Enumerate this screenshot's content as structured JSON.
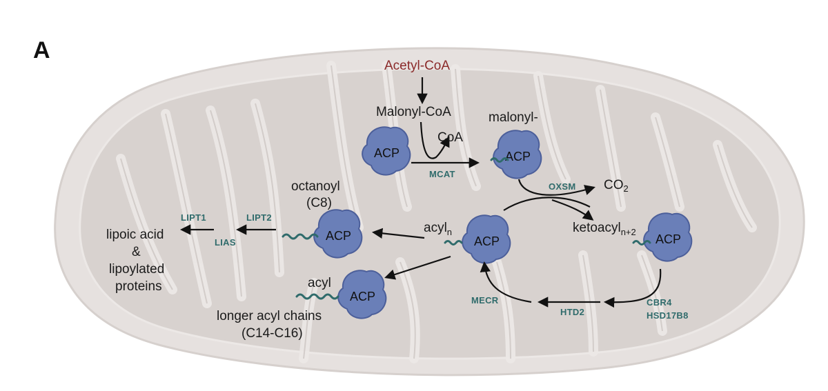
{
  "panel_label": "A",
  "substrates": {
    "acetyl_coa": "Acetyl-CoA",
    "malonyl_coa": "Malonyl-CoA",
    "coa": "CoA",
    "malonyl_acp": "malonyl-",
    "co2": "CO",
    "co2_sub": "2",
    "ketoacyl": "ketoacyl",
    "ketoacyl_sub": "n+2",
    "acyl_n": "acyl",
    "acyl_n_sub": "n",
    "octanoyl": "octanoyl",
    "c8": "(C8)",
    "acyl": "acyl",
    "longer_chains_1": "longer acyl chains",
    "longer_chains_2": "(C14-C16)",
    "lipoic_1": "lipoic acid",
    "lipoic_2": "&",
    "lipoic_3": "lipoylated",
    "lipoic_4": "proteins"
  },
  "enzymes": {
    "mcat": "MCAT",
    "oxsm": "OXSM",
    "cbr4": "CBR4",
    "hsd17b8": "HSD17B8",
    "htd2": "HTD2",
    "mecr": "MECR",
    "lipt2": "LIPT2",
    "lipt1": "LIPT1",
    "lias": "LIAS"
  },
  "acp_label": "ACP",
  "colors": {
    "acetyl_coa": "#8b2a2a",
    "enzyme": "#2f6b6b",
    "acp_fill": "#6a7fb8",
    "acp_dark": "#4c5f9a",
    "acyl_chain": "#2f6b6b",
    "mito_outer": "#e4dfdd",
    "mito_matrix": "#d5cfcc",
    "mito_cristae_line": "#ede9e7"
  }
}
